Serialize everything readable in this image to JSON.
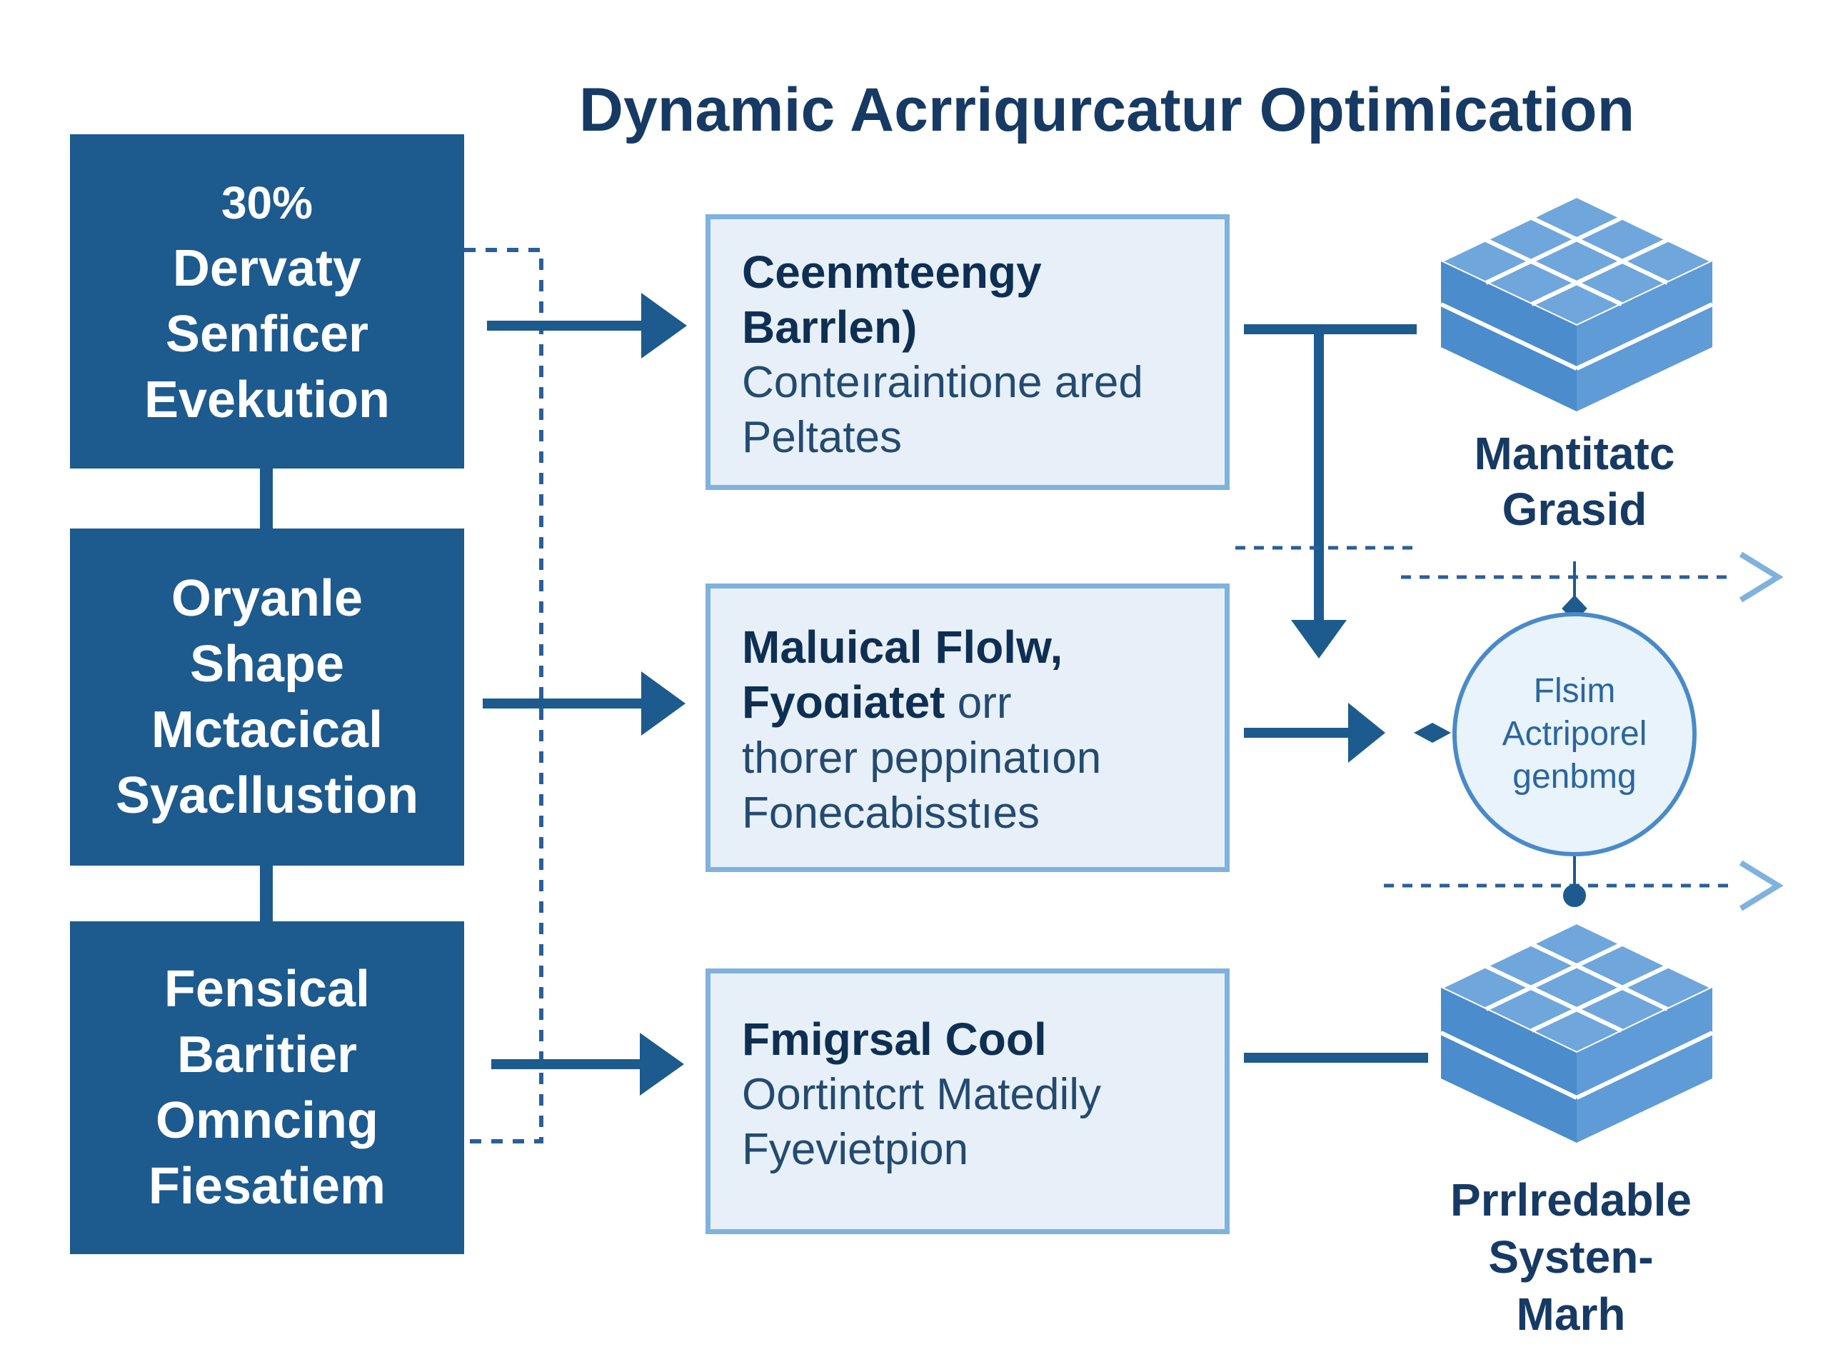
{
  "title": "Dynamic Acrriqurcatur Optimication",
  "left_column": [
    {
      "lines": [
        "30%",
        "Dervaty",
        "Senficer",
        "Evekution"
      ]
    },
    {
      "lines": [
        "Oryanle",
        "Shape",
        "Mctacical",
        "Syacllustion"
      ]
    },
    {
      "lines": [
        "Fensical",
        "Baritier",
        "Omncing",
        "Fiesatiem"
      ]
    }
  ],
  "middle_column": [
    {
      "bold_lines": [
        "Ceenmteengy",
        "Barrlen)"
      ],
      "regular_lines": [
        "Conteıraintione ared",
        "Peltates"
      ]
    },
    {
      "bold_lines": [
        "Maluical Flolw,"
      ],
      "mixed_line": {
        "bold": "Fyoɑiatet",
        "regular": " orr"
      },
      "regular_lines": [
        "thorer peppinatıon",
        "Fonecabisstıes"
      ]
    },
    {
      "bold_lines": [
        "Fmigrsal Cool"
      ],
      "regular_lines": [
        "Oortintcrt Matedily",
        "Fyevietpion"
      ]
    }
  ],
  "right_column": {
    "top_label": [
      "Mantitatc",
      "Grasid"
    ],
    "circle_label": [
      "Flsim",
      "Actriporel",
      "genbmg"
    ],
    "bottom_label": [
      "Prrlredable",
      "Systen-",
      "Marh"
    ]
  },
  "colors": {
    "left_box": "#1d5a8e",
    "mid_fill": "#e7f0f8",
    "mid_border": "#7fb2dc",
    "arrow": "#1d5a8e",
    "dashed": "#2a5f97",
    "cube_top": "#6fa6db",
    "cube_side": "#4b8ccc",
    "circle_fill": "#e9f3fb",
    "circle_stroke": "#4a8ac8"
  }
}
